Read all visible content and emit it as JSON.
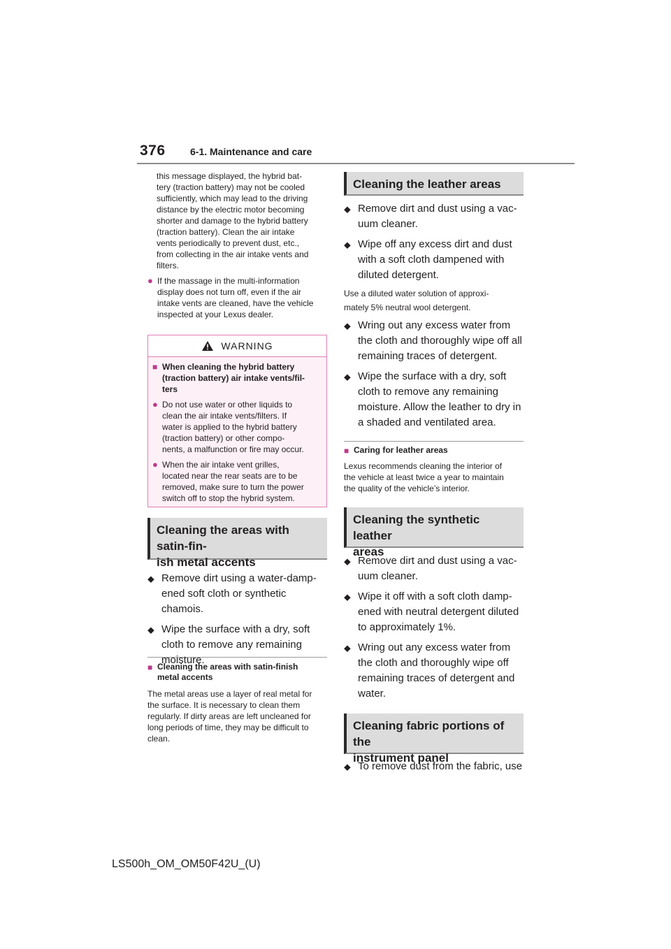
{
  "header": {
    "page_number": "376",
    "section": "6-1. Maintenance and care"
  },
  "left": {
    "continuation": "this message displayed, the hybrid bat-\ntery (traction battery) may not be cooled\nsufficiently, which may lead to the driving\ndistance by the electric motor becoming\nshorter and damage to the hybrid battery\n(traction battery). Clean the air intake\nvents periodically to prevent dust, etc.,\nfrom collecting in the air intake vents and\nfilters.",
    "note_item": "If the massage in the multi-information\ndisplay does not turn off, even if the air\nintake vents are cleaned, have the vehicle\ninspected at your Lexus dealer.",
    "warning": {
      "label": "WARNING",
      "title": "When cleaning the hybrid battery\n(traction battery) air intake vents/fil-\nters",
      "items": [
        "Do not use water or other liquids to\nclean the air intake vents/filters. If\nwater is applied to the hybrid battery\n(traction battery) or other compo-\nnents, a malfunction or fire may occur.",
        "When the air intake vent grilles,\nlocated near the rear seats are to be\nremoved, make sure to turn the power\nswitch off to stop the hybrid system."
      ]
    },
    "satin_heading": "Cleaning the areas with satin-fin-\nish metal accents",
    "satin_bullets": [
      "Remove dirt using a water-damp-\nened soft cloth or synthetic chamois.",
      "Wipe the surface with a dry, soft\ncloth to remove any remaining\nmoisture."
    ],
    "satin_subhead": "Cleaning the areas with satin-finish\nmetal accents",
    "satin_note": "The metal areas use a layer of real metal for\nthe surface. It is necessary to clean them\nregularly. If dirty areas are left uncleaned for\nlong periods of time, they may be difficult to\nclean."
  },
  "right": {
    "leather_heading": "Cleaning the leather areas",
    "leather_bullets_a": [
      "Remove dirt and dust using a vac-\nuum cleaner.",
      "Wipe off any excess dirt and dust\nwith a soft cloth dampened with\ndiluted detergent."
    ],
    "leather_note": "Use a diluted water solution of approxi-\nmately 5% neutral wool detergent.",
    "leather_bullets_b": [
      "Wring out any excess water from\nthe cloth and thoroughly wipe off all\nremaining traces of detergent.",
      "Wipe the surface with a dry, soft\ncloth to remove any remaining\nmoisture. Allow the leather to dry in\na shaded and ventilated area."
    ],
    "caring_subhead": "Caring for leather areas",
    "caring_note": "Lexus recommends cleaning the interior of\nthe vehicle at least twice a year to maintain\nthe quality of the vehicle’s interior.",
    "synthetic_heading": "Cleaning the synthetic leather\nareas",
    "synthetic_bullets": [
      "Remove dirt and dust using a vac-\nuum cleaner.",
      "Wipe it off with a soft cloth damp-\nened with neutral detergent diluted\nto approximately 1%.",
      "Wring out any excess water from\nthe cloth and thoroughly wipe off\nremaining traces of detergent and\nwater."
    ],
    "fabric_heading": "Cleaning fabric portions of the\ninstrument panel",
    "fabric_bullets": [
      "To remove dust from the fabric, use"
    ]
  },
  "footer": {
    "doc_code": "LS500h_OM_OM50F42U_(U)"
  },
  "symbols": {
    "bullet": "●",
    "square": "■",
    "diamond": "⬥",
    "warning_triangle": "▲"
  }
}
